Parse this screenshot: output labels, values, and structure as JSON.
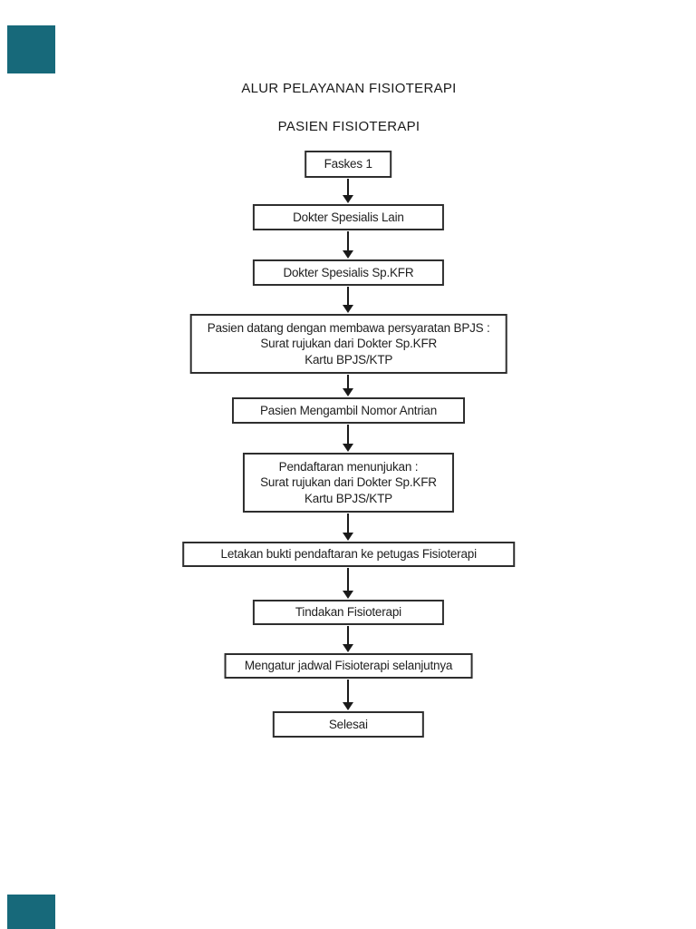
{
  "page": {
    "title": "ALUR PELAYANAN FISIOTERAPI",
    "subtitle": "PASIEN FISIOTERAPI"
  },
  "flowchart": {
    "nodes": [
      {
        "label": "Faskes 1"
      },
      {
        "label": "Dokter Spesialis Lain"
      },
      {
        "label": "Dokter Spesialis Sp.KFR"
      },
      {
        "label": "Pasien datang dengan membawa persyaratan BPJS :\nSurat rujukan dari Dokter Sp.KFR\nKartu BPJS/KTP"
      },
      {
        "label": "Pasien Mengambil Nomor Antrian"
      },
      {
        "label": "Pendaftaran menunjukan :\nSurat rujukan dari Dokter Sp.KFR\nKartu BPJS/KTP"
      },
      {
        "label": "Letakan bukti pendaftaran ke petugas Fisioterapi"
      },
      {
        "label": "Tindakan Fisioterapi"
      },
      {
        "label": "Mengatur jadwal Fisioterapi selanjutnya"
      },
      {
        "label": "Selesai"
      }
    ],
    "connector_icon": "down-arrow"
  },
  "colors": {
    "corner_marker": "#17697A",
    "box_border": "#2E2E2E",
    "text": "#1F1F1F",
    "background": "#FFFFFF"
  }
}
